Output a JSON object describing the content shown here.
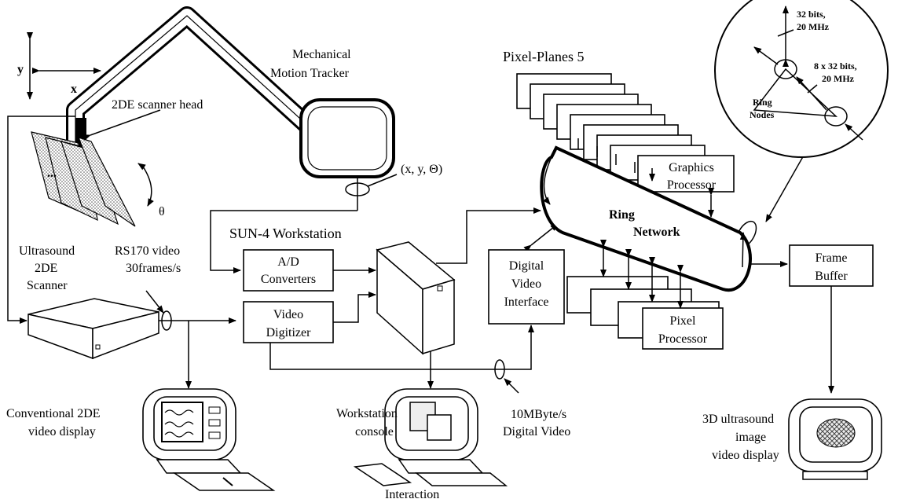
{
  "labels": {
    "y_axis": "y",
    "x_axis": "x",
    "scanner_head": "2DE scanner head",
    "theta": "θ",
    "ellipsis": "...",
    "tracker_line1": "Mechanical",
    "tracker_line2": "Motion Tracker",
    "coords": "(x, y, Θ)",
    "pixel_planes": "Pixel-Planes 5",
    "sun_workstation": "SUN-4 Workstation",
    "ultrasound_line1": "Ultrasound",
    "ultrasound_line2": "2DE",
    "ultrasound_line3": "Scanner",
    "rs170_line1": "RS170 video",
    "rs170_line2": "30frames/s",
    "ad_line1": "A/D",
    "ad_line2": "Converters",
    "video_dig_line1": "Video",
    "video_dig_line2": "Digitizer",
    "dvi_line1": "Digital",
    "dvi_line2": "Video",
    "dvi_line3": "Interface",
    "graphics_line1": "Graphics",
    "graphics_line2": "Processor",
    "ring_line1": "Ring",
    "ring_line2": "Network",
    "pixel_proc_line1": "Pixel",
    "pixel_proc_line2": "Processor",
    "frame_buf_line1": "Frame",
    "frame_buf_line2": "Buffer",
    "conv_display_line1": "Conventional 2DE",
    "conv_display_line2": "video display",
    "ws_console_line1": "Workstation",
    "ws_console_line2": "console",
    "interaction": "Interaction",
    "digital_video_line1": "10MByte/s",
    "digital_video_line2": "Digital Video",
    "display3d_line1": "3D ultrasound",
    "display3d_line2": "image",
    "display3d_line3": "video display",
    "inset_bits1_line1": "32 bits,",
    "inset_bits1_line2": "20 MHz",
    "inset_bits2_line1": "8 x 32 bits,",
    "inset_bits2_line2": "20 MHz",
    "ring_nodes_line1": "Ring",
    "ring_nodes_line2": "Nodes"
  }
}
